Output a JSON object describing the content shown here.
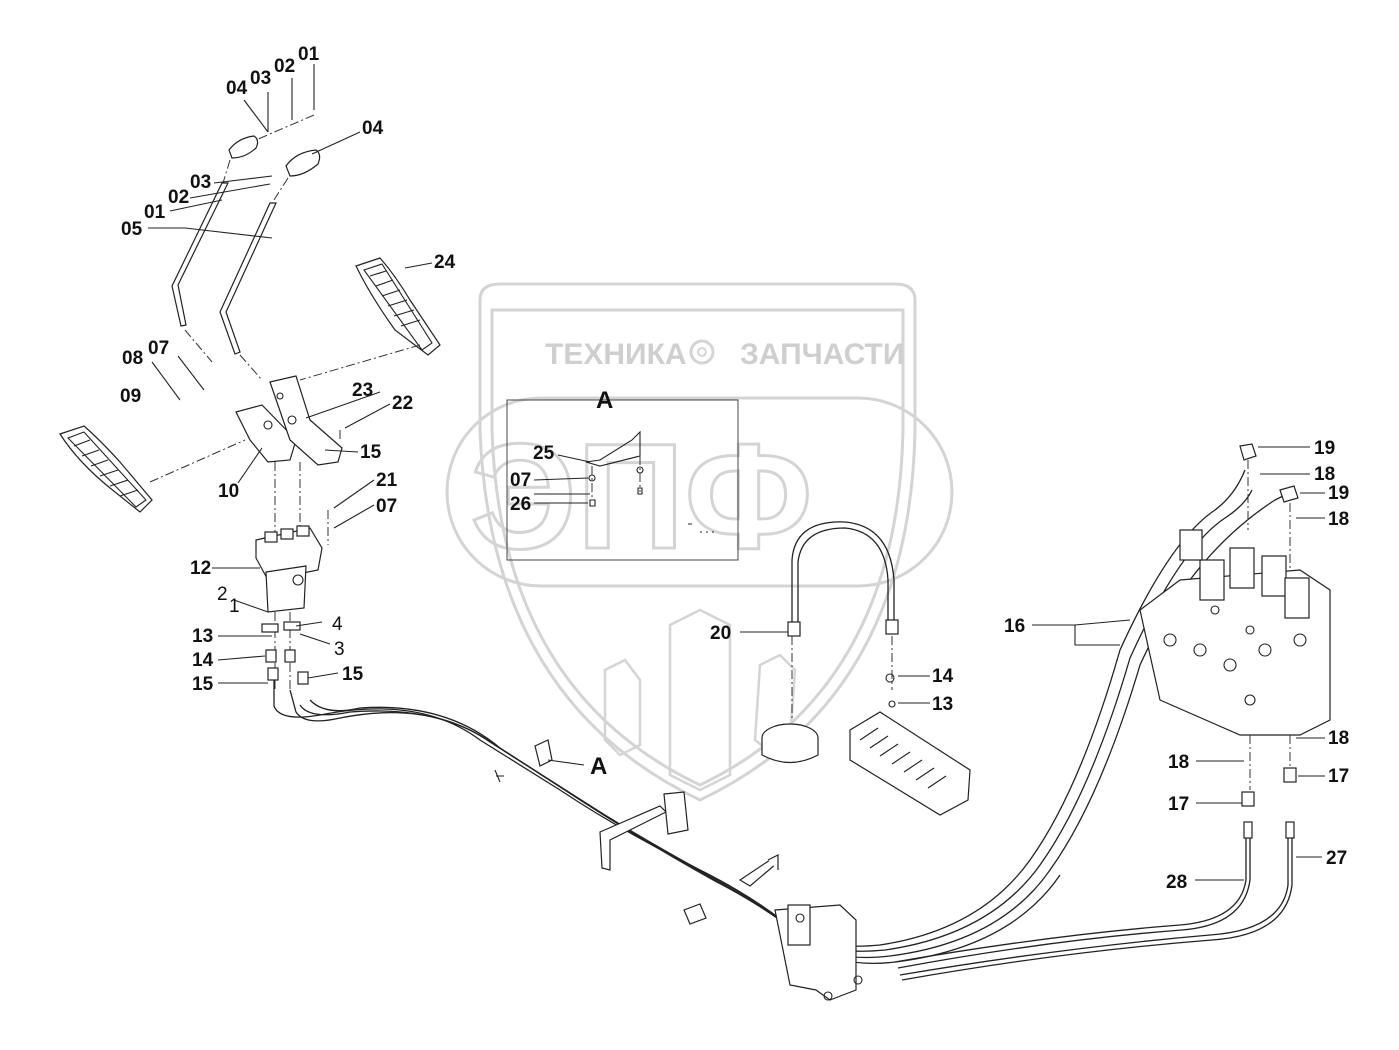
{
  "watermark": {
    "company_line_left": "ТЕХНИКА",
    "company_line_right": "ЗАПЧАСТИ",
    "logo_letters": "ЭПФ",
    "watermark_color": "#cfcfcf"
  },
  "view_callout": {
    "label": "A"
  },
  "detail_view": {
    "title": "A"
  },
  "part_labels": {
    "p01a": "01",
    "p02a": "02",
    "p03a": "03",
    "p04a": "04",
    "p04b": "04",
    "p03b": "03",
    "p02b": "02",
    "p01b": "01",
    "p05": "05",
    "p24": "24",
    "p08": "08",
    "p07a": "07",
    "p09": "09",
    "p23": "23",
    "p22": "22",
    "p15a": "15",
    "p10": "10",
    "p21": "21",
    "p07b": "07",
    "p12": "12",
    "p13a": "13",
    "p14a": "14",
    "p15b": "15",
    "p15c": "15",
    "p20": "20",
    "p14b": "14",
    "p13b": "13",
    "p16": "16",
    "p19a": "19",
    "p18a": "18",
    "p19b": "19",
    "p18b": "18",
    "p18c": "18",
    "p18d": "18",
    "p17a": "17",
    "p17b": "17",
    "p27": "27",
    "p28": "28",
    "d25": "25",
    "d07": "07",
    "d26": "26"
  },
  "small_labels": {
    "s2": "2",
    "s1": "1",
    "s4": "4",
    "s3": "3"
  }
}
